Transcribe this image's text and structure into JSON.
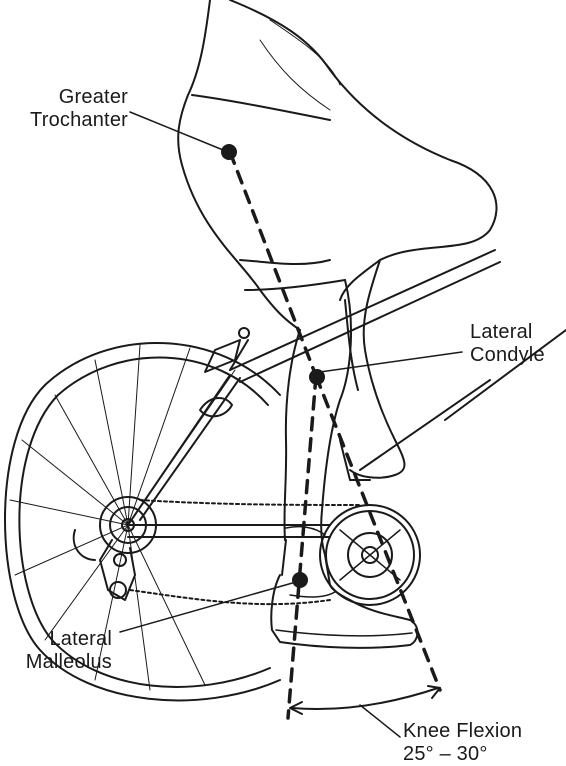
{
  "labels": {
    "greater_trochanter": {
      "line1": "Greater",
      "line2": "Trochanter"
    },
    "lateral_condyle": {
      "line1": "Lateral",
      "line2": "Condyle"
    },
    "lateral_malleolus": {
      "line1": "Lateral",
      "line2": "Malleolus"
    },
    "knee_flexion": {
      "line1": "Knee Flexion",
      "line2": "25° – 30°"
    }
  },
  "colors": {
    "ink": "#1a1a1a",
    "background": "#ffffff"
  }
}
